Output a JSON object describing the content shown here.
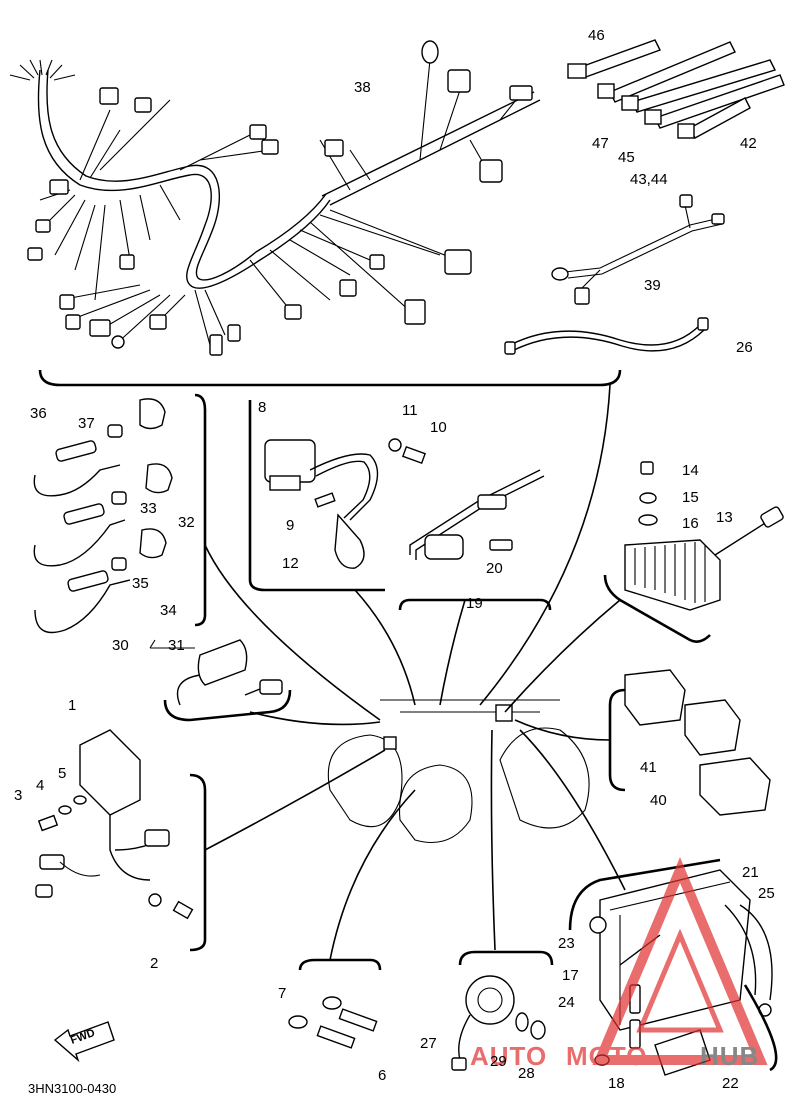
{
  "diagram": {
    "callouts": [
      "1",
      "2",
      "3",
      "4",
      "5",
      "6",
      "7",
      "8",
      "9",
      "10",
      "11",
      "12",
      "13",
      "14",
      "15",
      "16",
      "17",
      "18",
      "19",
      "20",
      "21",
      "22",
      "23",
      "24",
      "25",
      "26",
      "27",
      "28",
      "29",
      "30",
      "31",
      "32",
      "33",
      "34",
      "35",
      "36",
      "37",
      "38",
      "39",
      "40",
      "41",
      "42",
      "43,44",
      "45",
      "46",
      "47"
    ],
    "drawing_code": "3HN3100-0430",
    "direction_label": "FWD",
    "watermark": {
      "brand_left": "AUTO",
      "brand_mid": "MOTO",
      "brand_right": "HUB",
      "color": "#e03030"
    }
  }
}
